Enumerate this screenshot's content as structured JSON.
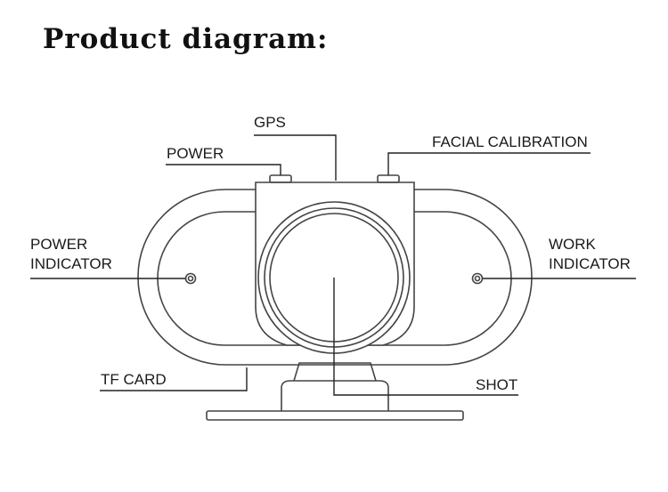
{
  "title": "Product diagram:",
  "labels": {
    "gps": "GPS",
    "power": "POWER",
    "facial_calibration": "FACIAL CALIBRATION",
    "power_indicator_line1": "POWER",
    "power_indicator_line2": "INDICATOR",
    "work_indicator_line1": "WORK",
    "work_indicator_line2": "INDICATOR",
    "tf_card": "TF CARD",
    "shot": "SHOT"
  },
  "colors": {
    "line": "#222222",
    "outline": "#444444",
    "background": "#ffffff"
  }
}
